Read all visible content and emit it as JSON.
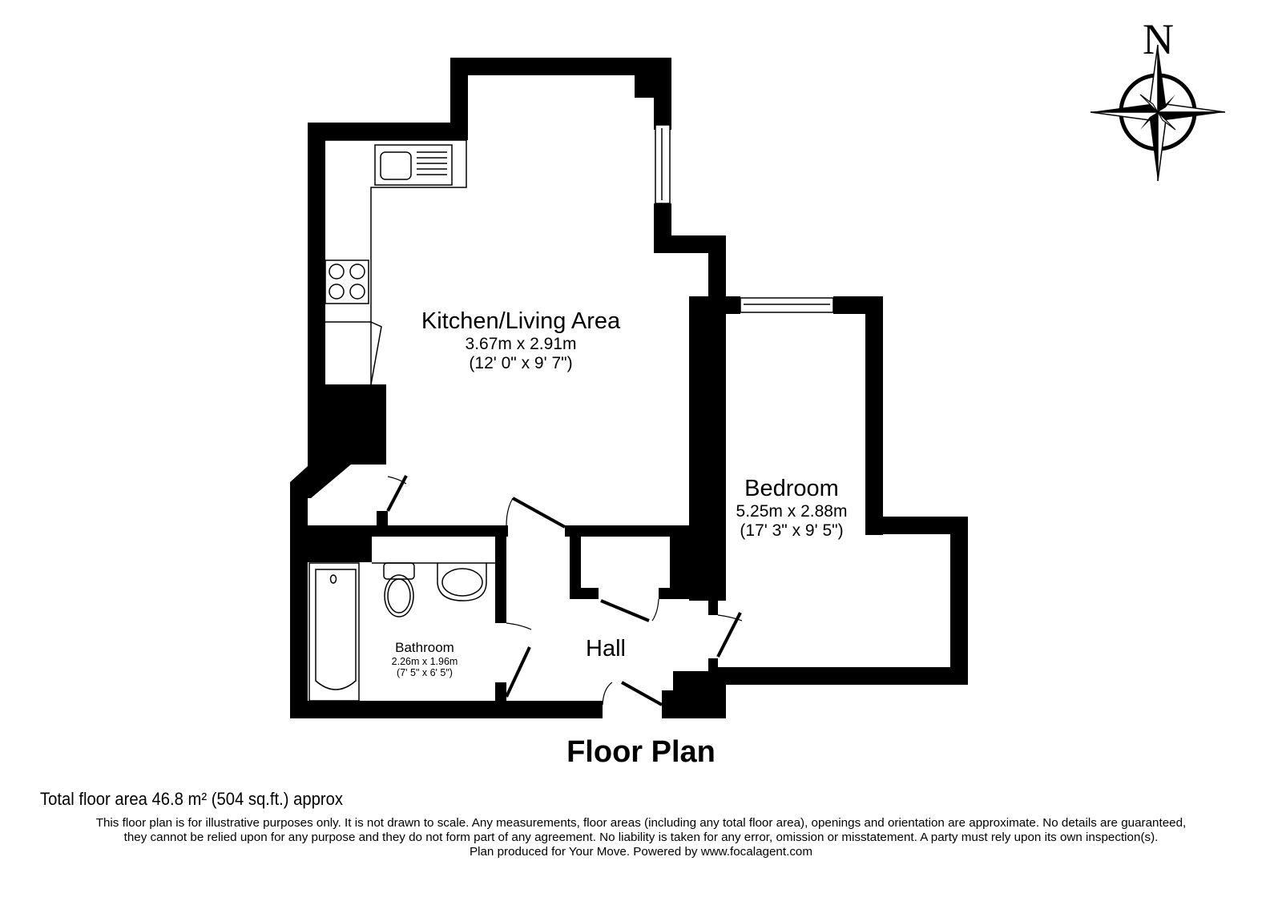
{
  "plan": {
    "title": "Floor Plan",
    "total_area": "Total floor area 46.8 m² (504 sq.ft.) approx",
    "disclaimer": [
      "This floor plan is for illustrative purposes only. It is not drawn to scale. Any measurements, floor areas (including any total floor area), openings and orientation are approximate. No details are guaranteed,",
      "they cannot be relied upon for any purpose and they do not form part of any agreement. No liability is taken for any error, omission or misstatement. A party must rely upon its own inspection(s).",
      "Plan produced for Your Move. Powered by www.focalagent.com"
    ],
    "compass": {
      "label": "N",
      "icon": "compass-rose-icon"
    }
  },
  "rooms": [
    {
      "name": "Kitchen/Living Area",
      "metric": "3.67m x 2.91m",
      "imperial": "(12' 0\" x 9' 7\")"
    },
    {
      "name": "Bedroom",
      "metric": "5.25m x 2.88m",
      "imperial": "(17' 3\" x 9' 5\")"
    },
    {
      "name": "Bathroom",
      "metric": "2.26m x 1.96m",
      "imperial": "(7' 5\" x 6' 5\")"
    },
    {
      "name": "Hall"
    }
  ]
}
